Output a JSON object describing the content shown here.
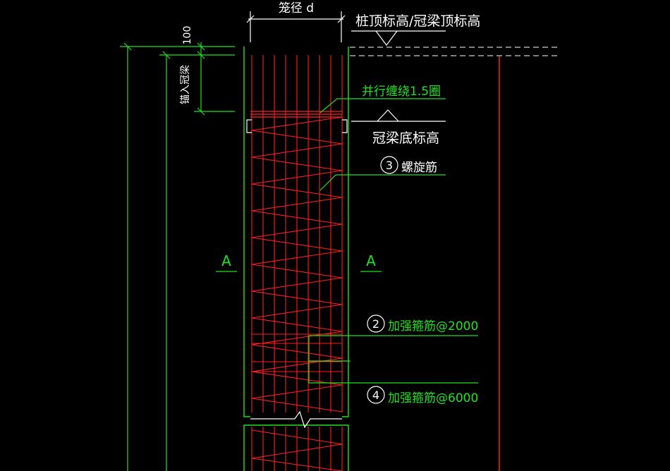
{
  "labels": {
    "cage_dia": "笼径 d",
    "pile_top": "桩顶标高/冠梁顶标高",
    "dim_100": "100",
    "anchor": "锚入冠梁",
    "parallel_wrap": "并行缠绕1.5圈",
    "beam_bottom": "冠梁底标高",
    "spiral_num": "3",
    "spiral": "螺旋筋",
    "section_left": "A",
    "section_right": "A",
    "hoop2_num": "2",
    "hoop2": "加强箍筋@2000",
    "hoop4_num": "4",
    "hoop4": "加强箍筋@6000"
  },
  "colors": {
    "green": "#22e022",
    "red": "#ff2020",
    "white": "#ffffff",
    "cyan": "#7fd4ff",
    "background": "#000000"
  }
}
